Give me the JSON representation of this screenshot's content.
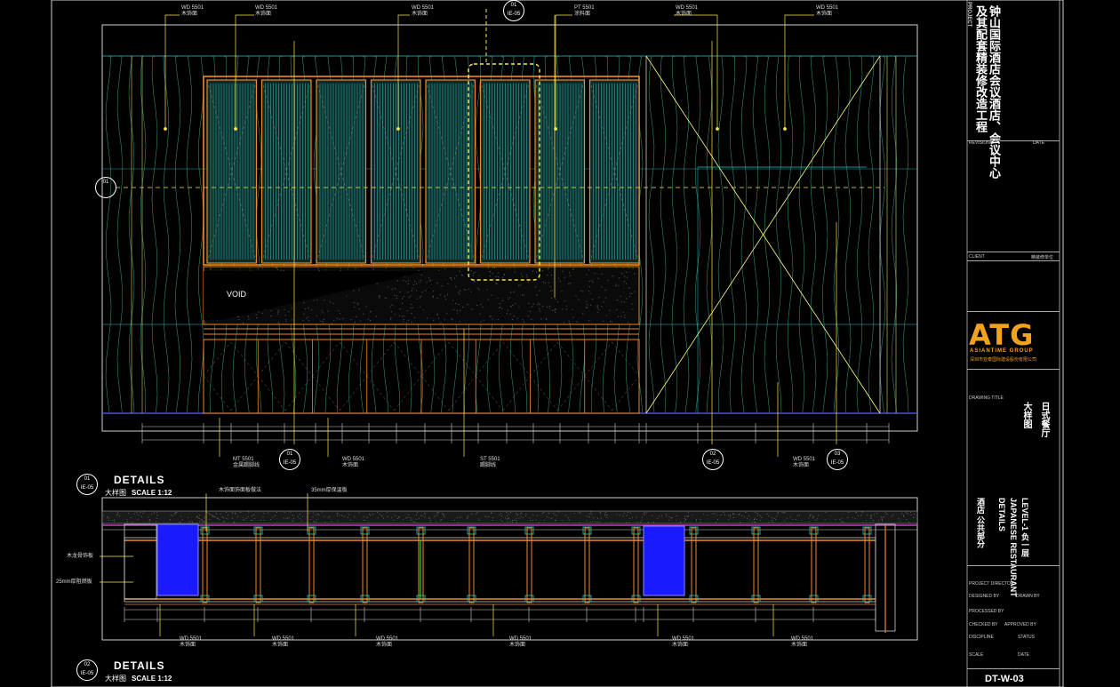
{
  "drawing": {
    "elevation_labels": [
      {
        "code": "WD 5501",
        "text": "木饰面"
      },
      {
        "code": "WD 5501",
        "text": "木饰面"
      },
      {
        "code": "WD 5501",
        "text": "木饰面"
      },
      {
        "code": "PT 5501",
        "text": "涂料面"
      },
      {
        "code": "WD 5501",
        "text": "木饰面"
      },
      {
        "code": "WD 5501",
        "text": "木饰面"
      }
    ],
    "center_marker": {
      "num": "01",
      "ref": "IE-05"
    },
    "void_label": "VOID",
    "bottom_labels": [
      {
        "code": "MT 5501",
        "text": "金属踢脚线"
      },
      {
        "code": "WD 5501",
        "text": "木饰面"
      },
      {
        "code": "ST 5501",
        "text": "踢脚线"
      },
      {
        "code": "WD 5501",
        "text": "木饰面"
      }
    ],
    "markers": [
      {
        "num": "01",
        "ref": "IE-05"
      },
      {
        "num": "02",
        "ref": "IE-05"
      },
      {
        "num": "03",
        "ref": "IE-05"
      }
    ],
    "left_marker": {
      "num": "01",
      "ref": ""
    },
    "details1": {
      "title": "DETAILS",
      "num": "01",
      "ref": "IE-05",
      "cn": "大样图",
      "scale": "SCALE 1:12"
    },
    "details2": {
      "title": "DETAILS",
      "num": "02",
      "ref": "IE-05",
      "cn": "大样图",
      "scale": "SCALE 1:12"
    },
    "plan_top_notes": [
      "木饰面饰面板做法",
      "35mm厚保温板"
    ],
    "plan_left_notes": [
      "木龙骨饰板",
      "25mm厚阻燃板"
    ],
    "plan_bottom_labels": [
      {
        "code": "WD 5501",
        "text": "木饰面"
      },
      {
        "code": "WD 5501",
        "text": "木饰面"
      },
      {
        "code": "WD 5501",
        "text": "木饰面"
      },
      {
        "code": "WD 5501",
        "text": "木饰面"
      },
      {
        "code": "WD 5501",
        "text": "木饰面"
      },
      {
        "code": "WD 5501",
        "text": "木饰面"
      }
    ]
  },
  "titleblock": {
    "project_label": "PROJECT",
    "project_title_1": "钟山国际酒店会议酒店、会议中心",
    "project_title_2": "及其配套精装修改造工程",
    "revisions": "REVISIONS",
    "date": "DATE",
    "client": "CLIENT",
    "client_name": "精装修单位",
    "logo": "ATG",
    "logo_sub": "ASIANTIME GROUP",
    "logo_cn": "深圳市亚泰国际建设股份有限公司",
    "drawing_title_label": "DRAWING TITLE",
    "drawing_title_cn_1": "日式餐厅",
    "drawing_title_cn_2": "大样图",
    "level_cn": "酒店  公共部分",
    "level_en_1": "LEVEL-1  负一层",
    "level_en_2": "JAPANESE RESTAURANT",
    "level_en_3": "DETAILS",
    "fields": [
      "PROJECT DIRECTOR",
      "DESIGNED BY",
      "DRAWN BY",
      "PROCESSED BY",
      "CHECKED BY",
      "APPROVED BY",
      "DISCIPLINE",
      "STATUS",
      "SCALE",
      "DATE"
    ],
    "drawing_no": "DT-W-03"
  }
}
